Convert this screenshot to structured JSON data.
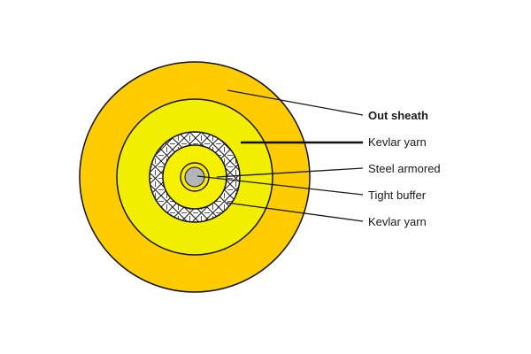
{
  "diagram": {
    "labels": {
      "out_sheath": "Out sheath",
      "kevlar_outer": "Kevlar yarn",
      "steel_armored": "Steel armored",
      "tight_buffer": "Tight buffer",
      "kevlar_inner": "Kevlar yarn"
    },
    "colors": {
      "outer_sheath": "#FFCC00",
      "kevlar_layer": "#F2EE00",
      "inner_yellow": "#F5F000",
      "armor_background": "#FFFFFF",
      "fiber_core": "#B3B6B8",
      "outline": "#111111",
      "leader_line": "#1a1a1a"
    }
  }
}
